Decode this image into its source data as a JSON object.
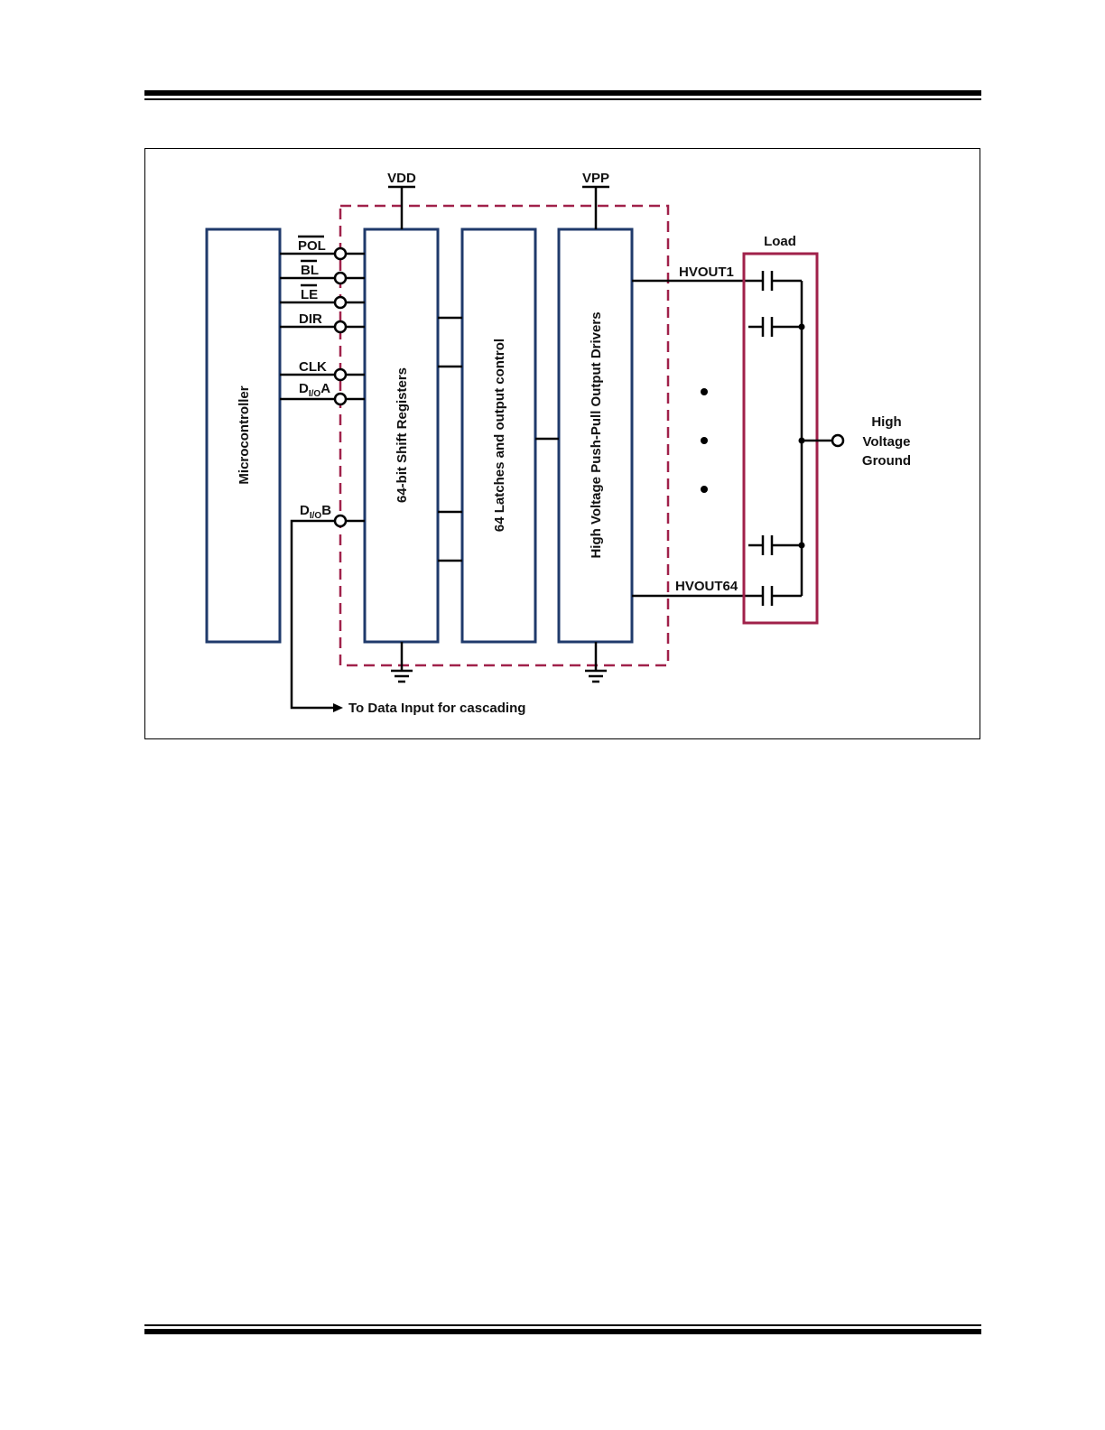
{
  "blocks": {
    "microcontroller": "Microcontroller",
    "shift_registers": "64-bit Shift Registers",
    "latches": "64 Latches and output control",
    "drivers": "High Voltage Push-Pull Output Drivers"
  },
  "supplies": {
    "vdd": "VDD",
    "vpp": "VPP"
  },
  "signals": {
    "pol": "POL",
    "bl": "BL",
    "le": "LE",
    "dir": "DIR",
    "clk": "CLK",
    "dio_a": {
      "main": "D",
      "sub": "I/O",
      "suffix": "A"
    },
    "dio_b": {
      "main": "D",
      "sub": "I/O",
      "suffix": "B"
    }
  },
  "outputs": {
    "hvout1": "HVOUT1",
    "hvout64": "HVOUT64"
  },
  "load": {
    "title": "Load",
    "ground_label": [
      "High",
      "Voltage",
      "Ground"
    ]
  },
  "cascade_label": "To Data Input for cascading",
  "colors": {
    "block_border": "#1f3a6b",
    "dashed_border": "#a0214a",
    "load_border": "#a0214a"
  }
}
